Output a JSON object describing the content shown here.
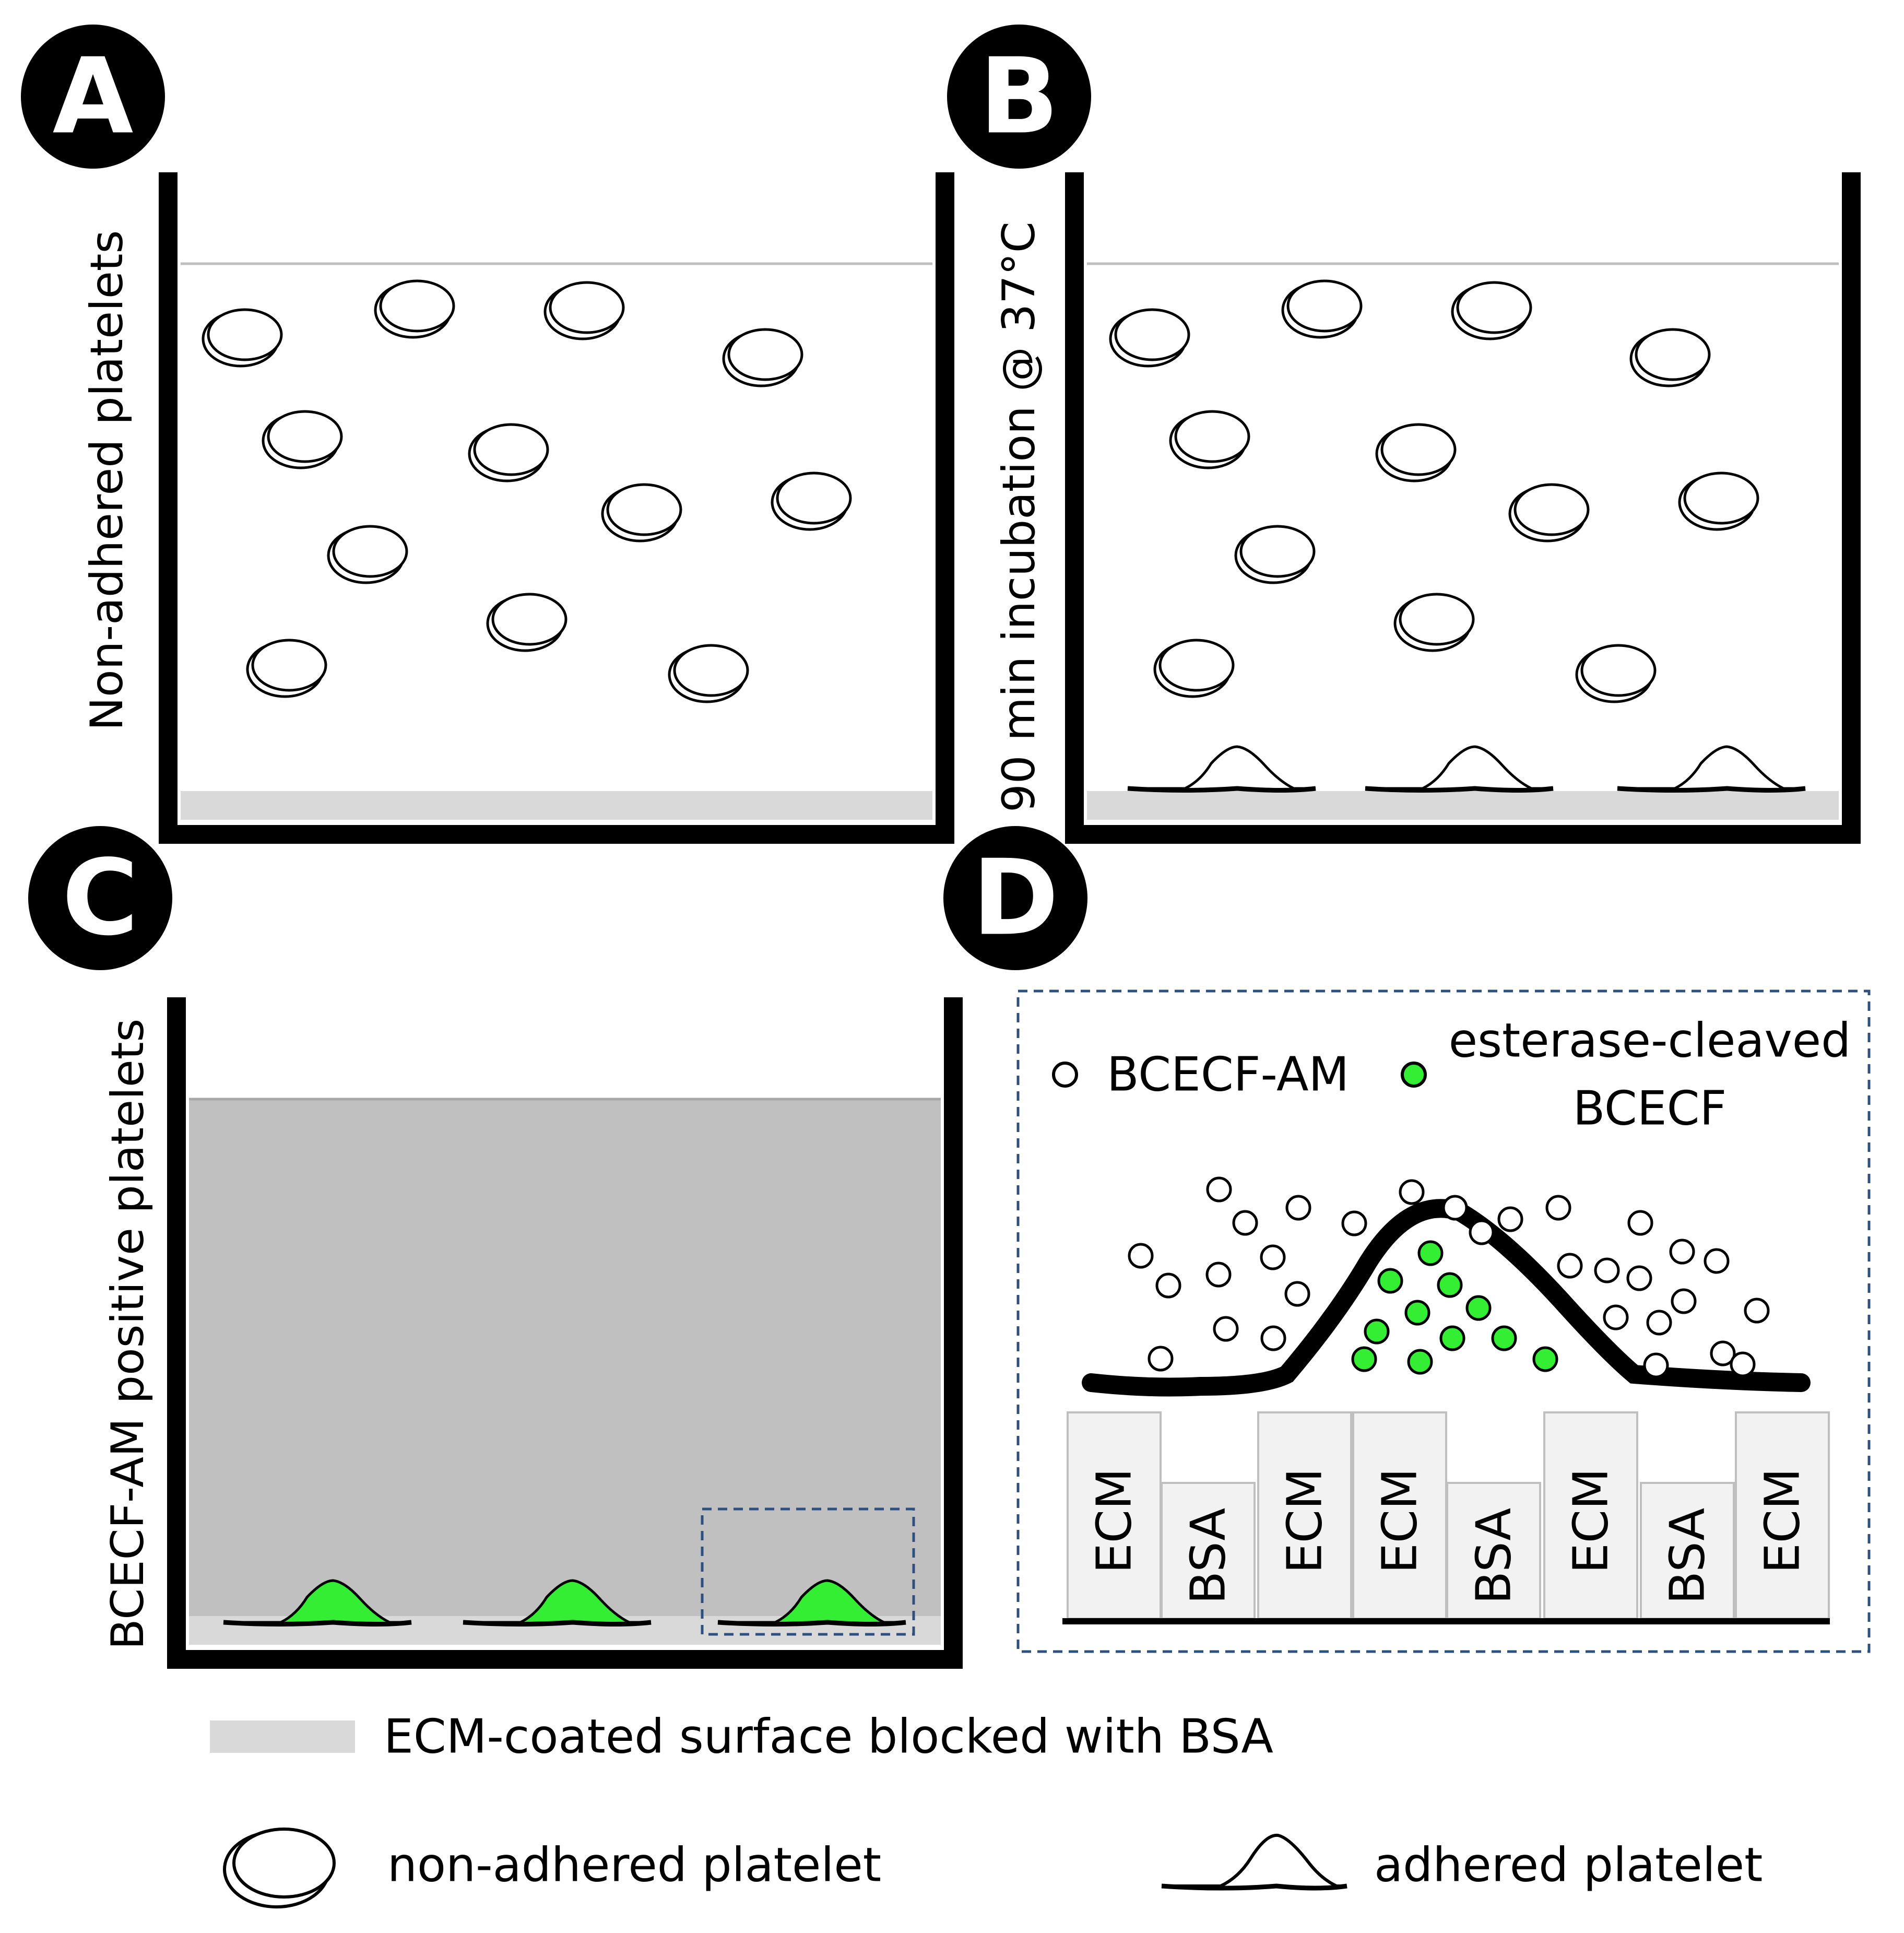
{
  "panels": {
    "a": {
      "letter": "A",
      "side_label": "Non-adhered platelets"
    },
    "b": {
      "letter": "B",
      "side_label": "90 min incubation @ 37°C"
    },
    "c": {
      "letter": "C",
      "side_label": "BCECF-AM positive platelets"
    },
    "d": {
      "letter": "D",
      "legend_am": "BCECF-AM",
      "legend_cleaved_line1": "esterase-cleaved",
      "legend_cleaved_line2": "BCECF",
      "blocks": [
        "ECM",
        "BSA",
        "ECM",
        "ECM",
        "BSA",
        "ECM",
        "BSA",
        "ECM"
      ]
    }
  },
  "legend": {
    "surface": "ECM-coated surface blocked with BSA",
    "non_adhered": "non-adhered platelet",
    "adhered": "adhered platelet"
  },
  "colors": {
    "ink": "#000000",
    "surface_gray": "#d9d9d9",
    "medium_gray": "#c0c0c0",
    "block_fill": "#f2f2f2",
    "block_stroke": "#bfbfbf",
    "fluor_green": "#33ee33",
    "zoom_box": "#2f4f7f",
    "water_line": "#bfbfbf"
  }
}
